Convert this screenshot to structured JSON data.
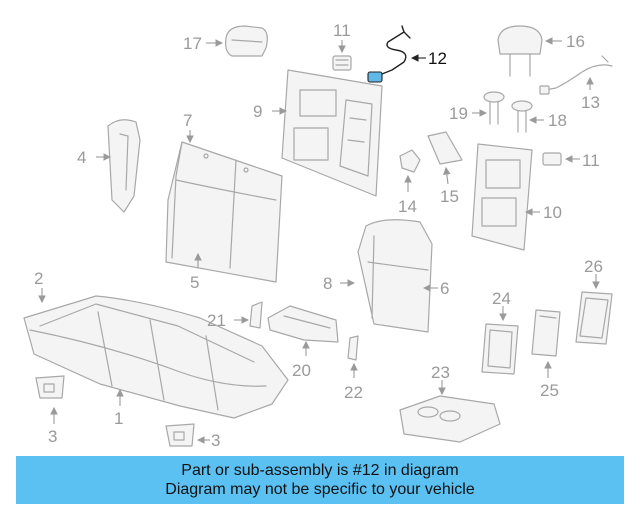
{
  "diagram": {
    "highlighted_part": "12",
    "accent_color": "#5bc0f2",
    "labels": {
      "p1": "1",
      "p2": "2",
      "p3a": "3",
      "p3b": "3",
      "p4": "4",
      "p5": "5",
      "p6": "6",
      "p7": "7",
      "p8": "8",
      "p9": "9",
      "p10": "10",
      "p11a": "11",
      "p11b": "11",
      "p12": "12",
      "p13": "13",
      "p14": "14",
      "p15": "15",
      "p16": "16",
      "p17": "17",
      "p18": "18",
      "p19": "19",
      "p20": "20",
      "p21": "21",
      "p22": "22",
      "p23": "23",
      "p24": "24",
      "p25": "25",
      "p26": "26"
    }
  },
  "banner": {
    "line1": "Part or sub-assembly is #12 in diagram",
    "line2": "Diagram may not be specific to your vehicle"
  }
}
